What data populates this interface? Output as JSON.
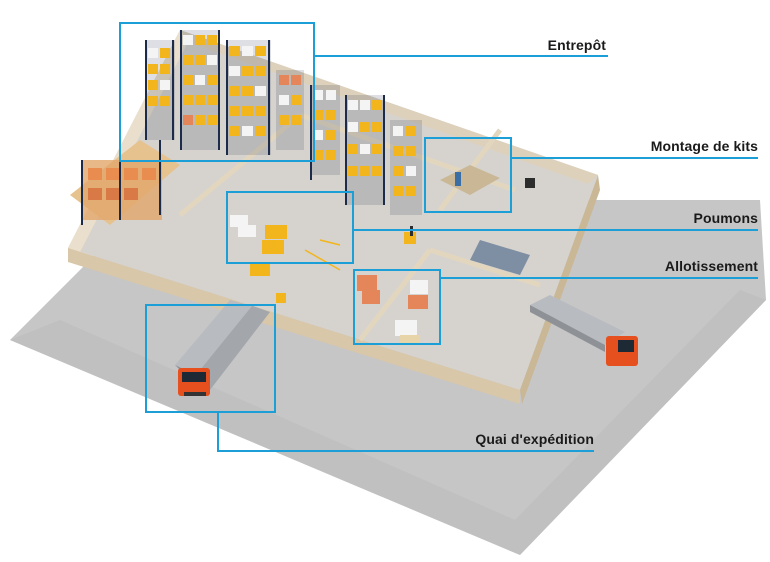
{
  "callouts": {
    "entrepot": "Entrepôt",
    "montage_kits": "Montage de kits",
    "poumons": "Poumons",
    "allotissement": "Allotissement",
    "quai_expedition": "Quai d'expédition"
  },
  "colors": {
    "callout_line": "#1b9fd6",
    "floor": "#c4c4c4",
    "wall": "#e7ddcb",
    "rack_frame": "#1c2b4a",
    "box_yellow": "#f2b51c",
    "box_white": "#f4f4f4",
    "box_orange": "#e5855a",
    "truck_cab": "#e5501e",
    "trailer": "#a3a7ab"
  },
  "icons": [
    "forklift-icon",
    "truck-icon",
    "pallet-rack-icon",
    "box-icon",
    "workstation-icon"
  ]
}
